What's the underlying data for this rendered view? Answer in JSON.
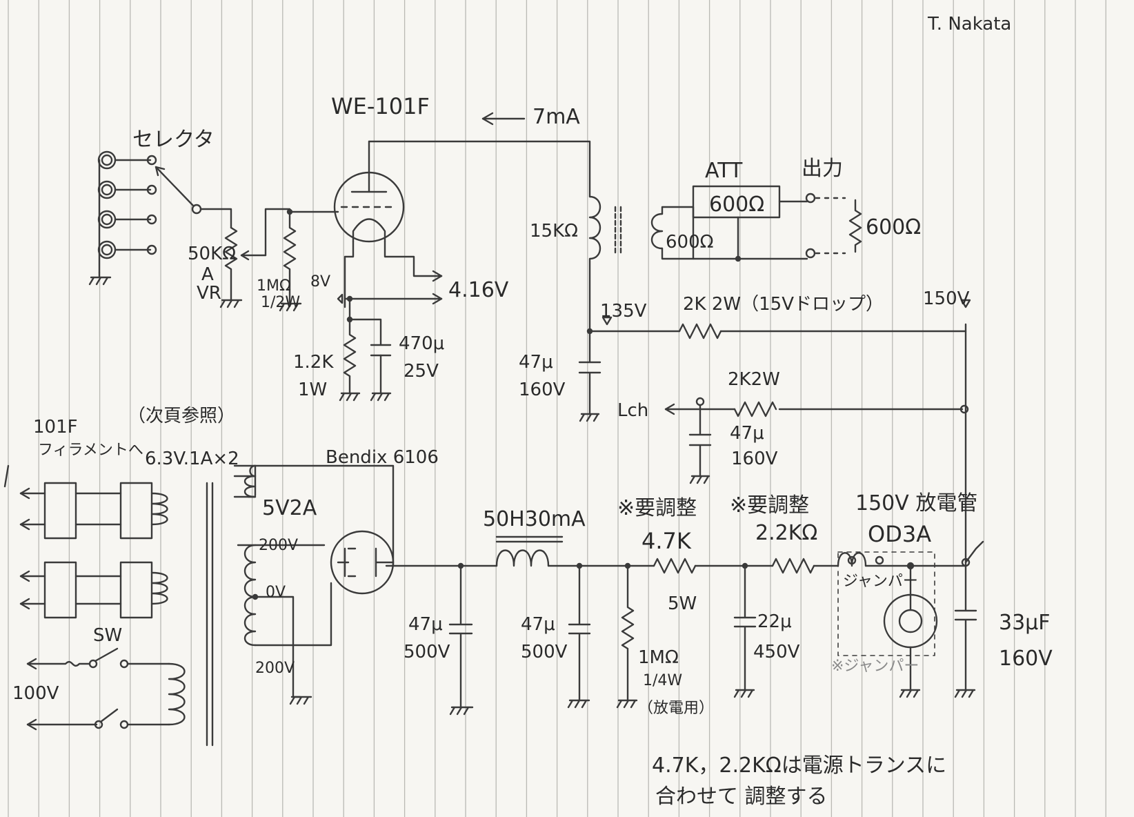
{
  "author": "T. Nakata",
  "tube": "WE-101F",
  "plate_current": "7mA",
  "selector": "セレクタ",
  "volume": {
    "value": "50KΩ",
    "taper": "A",
    "name": "VR"
  },
  "grid_resistor": {
    "value": "1MΩ",
    "watt": "1/2W"
  },
  "filament": {
    "voltage_label": "8V",
    "supply": "4.16V"
  },
  "cathode_resistor": {
    "value": "1.2K",
    "watt": "1W"
  },
  "cathode_cap": {
    "value": "470μ",
    "voltage": "25V"
  },
  "output_transformer": {
    "primary": "15KΩ",
    "secondary": "600Ω"
  },
  "att": {
    "label": "ATT",
    "value": "600Ω"
  },
  "output": {
    "label": "出力",
    "load": "600Ω"
  },
  "b_plus_135": "135V",
  "b_plus_150": "150V",
  "dropping_resistor": "2K 2W（15Vドロップ）",
  "decoupling_cap": {
    "value": "47μ",
    "voltage": "160V"
  },
  "lch_resistor": "2K2W",
  "lch_label": "Lch",
  "lch_cap": {
    "value": "47μ",
    "voltage": "160V"
  },
  "filament_note": {
    "line1": "101F",
    "line2": "フィラメントへ",
    "ref": "（次頁参照）"
  },
  "filament_transformer": "6.3V.1A×2",
  "power_transformer": "Bendix 6106",
  "rectifier_heater": "5V2A",
  "taps": {
    "hv_top": "200V",
    "center": "0V",
    "hv_bottom": "200V"
  },
  "switch_label": "SW",
  "mains": "100V",
  "choke": "50H30mA",
  "filter_cap_1": {
    "value": "47μ",
    "voltage": "500V"
  },
  "filter_cap_2": {
    "value": "47μ",
    "voltage": "500V"
  },
  "bleeder": {
    "value": "1MΩ",
    "watt": "1/4W",
    "note": "（放電用）"
  },
  "adjust_1": {
    "mark": "※要調整",
    "value": "4.7K",
    "watt": "5W"
  },
  "adjust_2": {
    "mark": "※要調整",
    "value": "2.2KΩ"
  },
  "reg_cap": {
    "value": "22μ",
    "voltage": "450V"
  },
  "regulator": {
    "label": "150V 放電管",
    "tube": "OD3A",
    "jumper": "ジャンパー",
    "jumper_note": "※ジャンパー"
  },
  "output_cap": {
    "value": "33μF",
    "voltage": "160V"
  },
  "footnote": {
    "line1": "4.7K，2.2KΩは電源トランスに",
    "line2": "合わせて 調整する"
  }
}
